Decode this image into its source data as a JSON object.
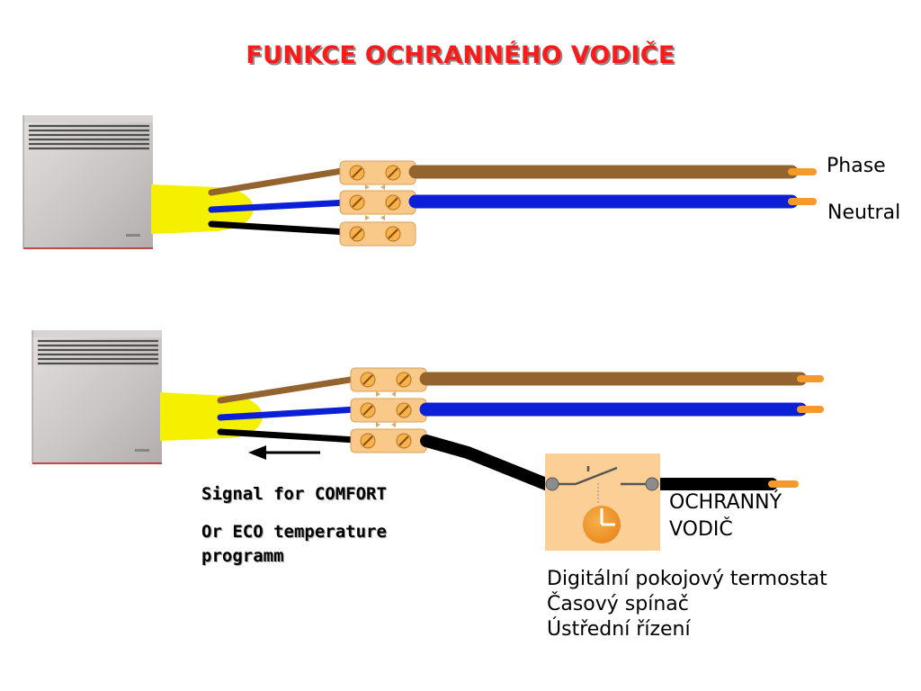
{
  "title": "FUNKCE OCHRANNÉHO VODIČE",
  "labels": {
    "phase": "Phase",
    "neutral": "Neutral",
    "protective_1": "OCHRANNÝ",
    "protective_2": "VODIČ"
  },
  "signal": {
    "line1": "Signal for COMFORT",
    "line2": "Or ECO temperature",
    "line3": "programm"
  },
  "devices": [
    "Digitální pokojový termostat",
    "Časový spínač",
    "Ústřední řízení"
  ],
  "colors": {
    "title": "#ff1a1a",
    "phase_wire": "#94642f",
    "neutral_wire": "#0a1fd6",
    "pilot_wire": "#000000",
    "cable_sheath": "#f4f000",
    "terminal_block": "#f9c98a",
    "conductor_tip": "#f39a2a",
    "thermostat_box": "#fbcf96",
    "clock": "#f29a2e"
  }
}
